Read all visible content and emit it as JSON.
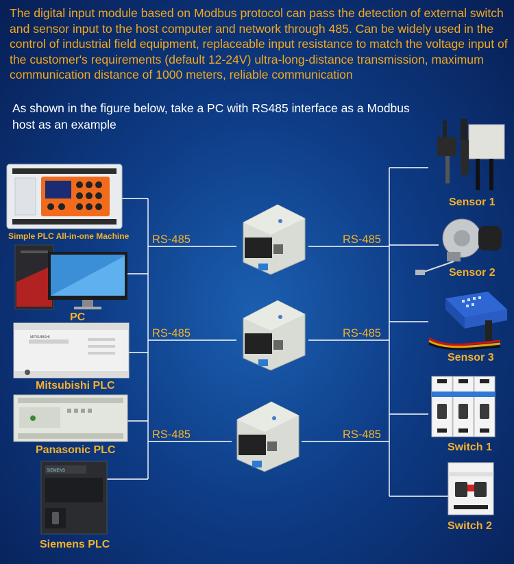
{
  "intro": "The digital input module based on Modbus protocol can pass the detection of external switch and sensor input to the host computer and network through 485. Can be widely used in the control of industrial field equipment, replaceable input resistance to match the voltage input of the customer's requirements (default 12-24V) ultra-long-distance transmission, maximum communication distance of 1000 meters, reliable communication",
  "subintro": "As shown in the figure below, take a PC with RS485 interface as a Modbus host as an example",
  "hosts": {
    "plc_all_in_one": "Simple PLC All-in-one Machine",
    "pc": "PC",
    "mitsubishi": "Mitsubishi PLC",
    "panasonic": "Panasonic PLC",
    "siemens": "Siemens PLC"
  },
  "links": {
    "left_1": "RS-485",
    "left_2": "RS-485",
    "left_3": "RS-485",
    "right_1": "RS-485",
    "right_2": "RS-485",
    "right_3": "RS-485"
  },
  "devices": {
    "sensor_1": "Sensor 1",
    "sensor_2": "Sensor 2",
    "sensor_3": "Sensor 3",
    "switch_1": "Switch 1",
    "switch_2": "Switch 2"
  },
  "device_marks": {
    "mitsubishi_brand": "MITSUBISHI",
    "siemens_brand": "SIEMENS"
  },
  "colors": {
    "background": "#0e3c86",
    "accent": "#f5b12a",
    "wire": "#ffffff"
  }
}
